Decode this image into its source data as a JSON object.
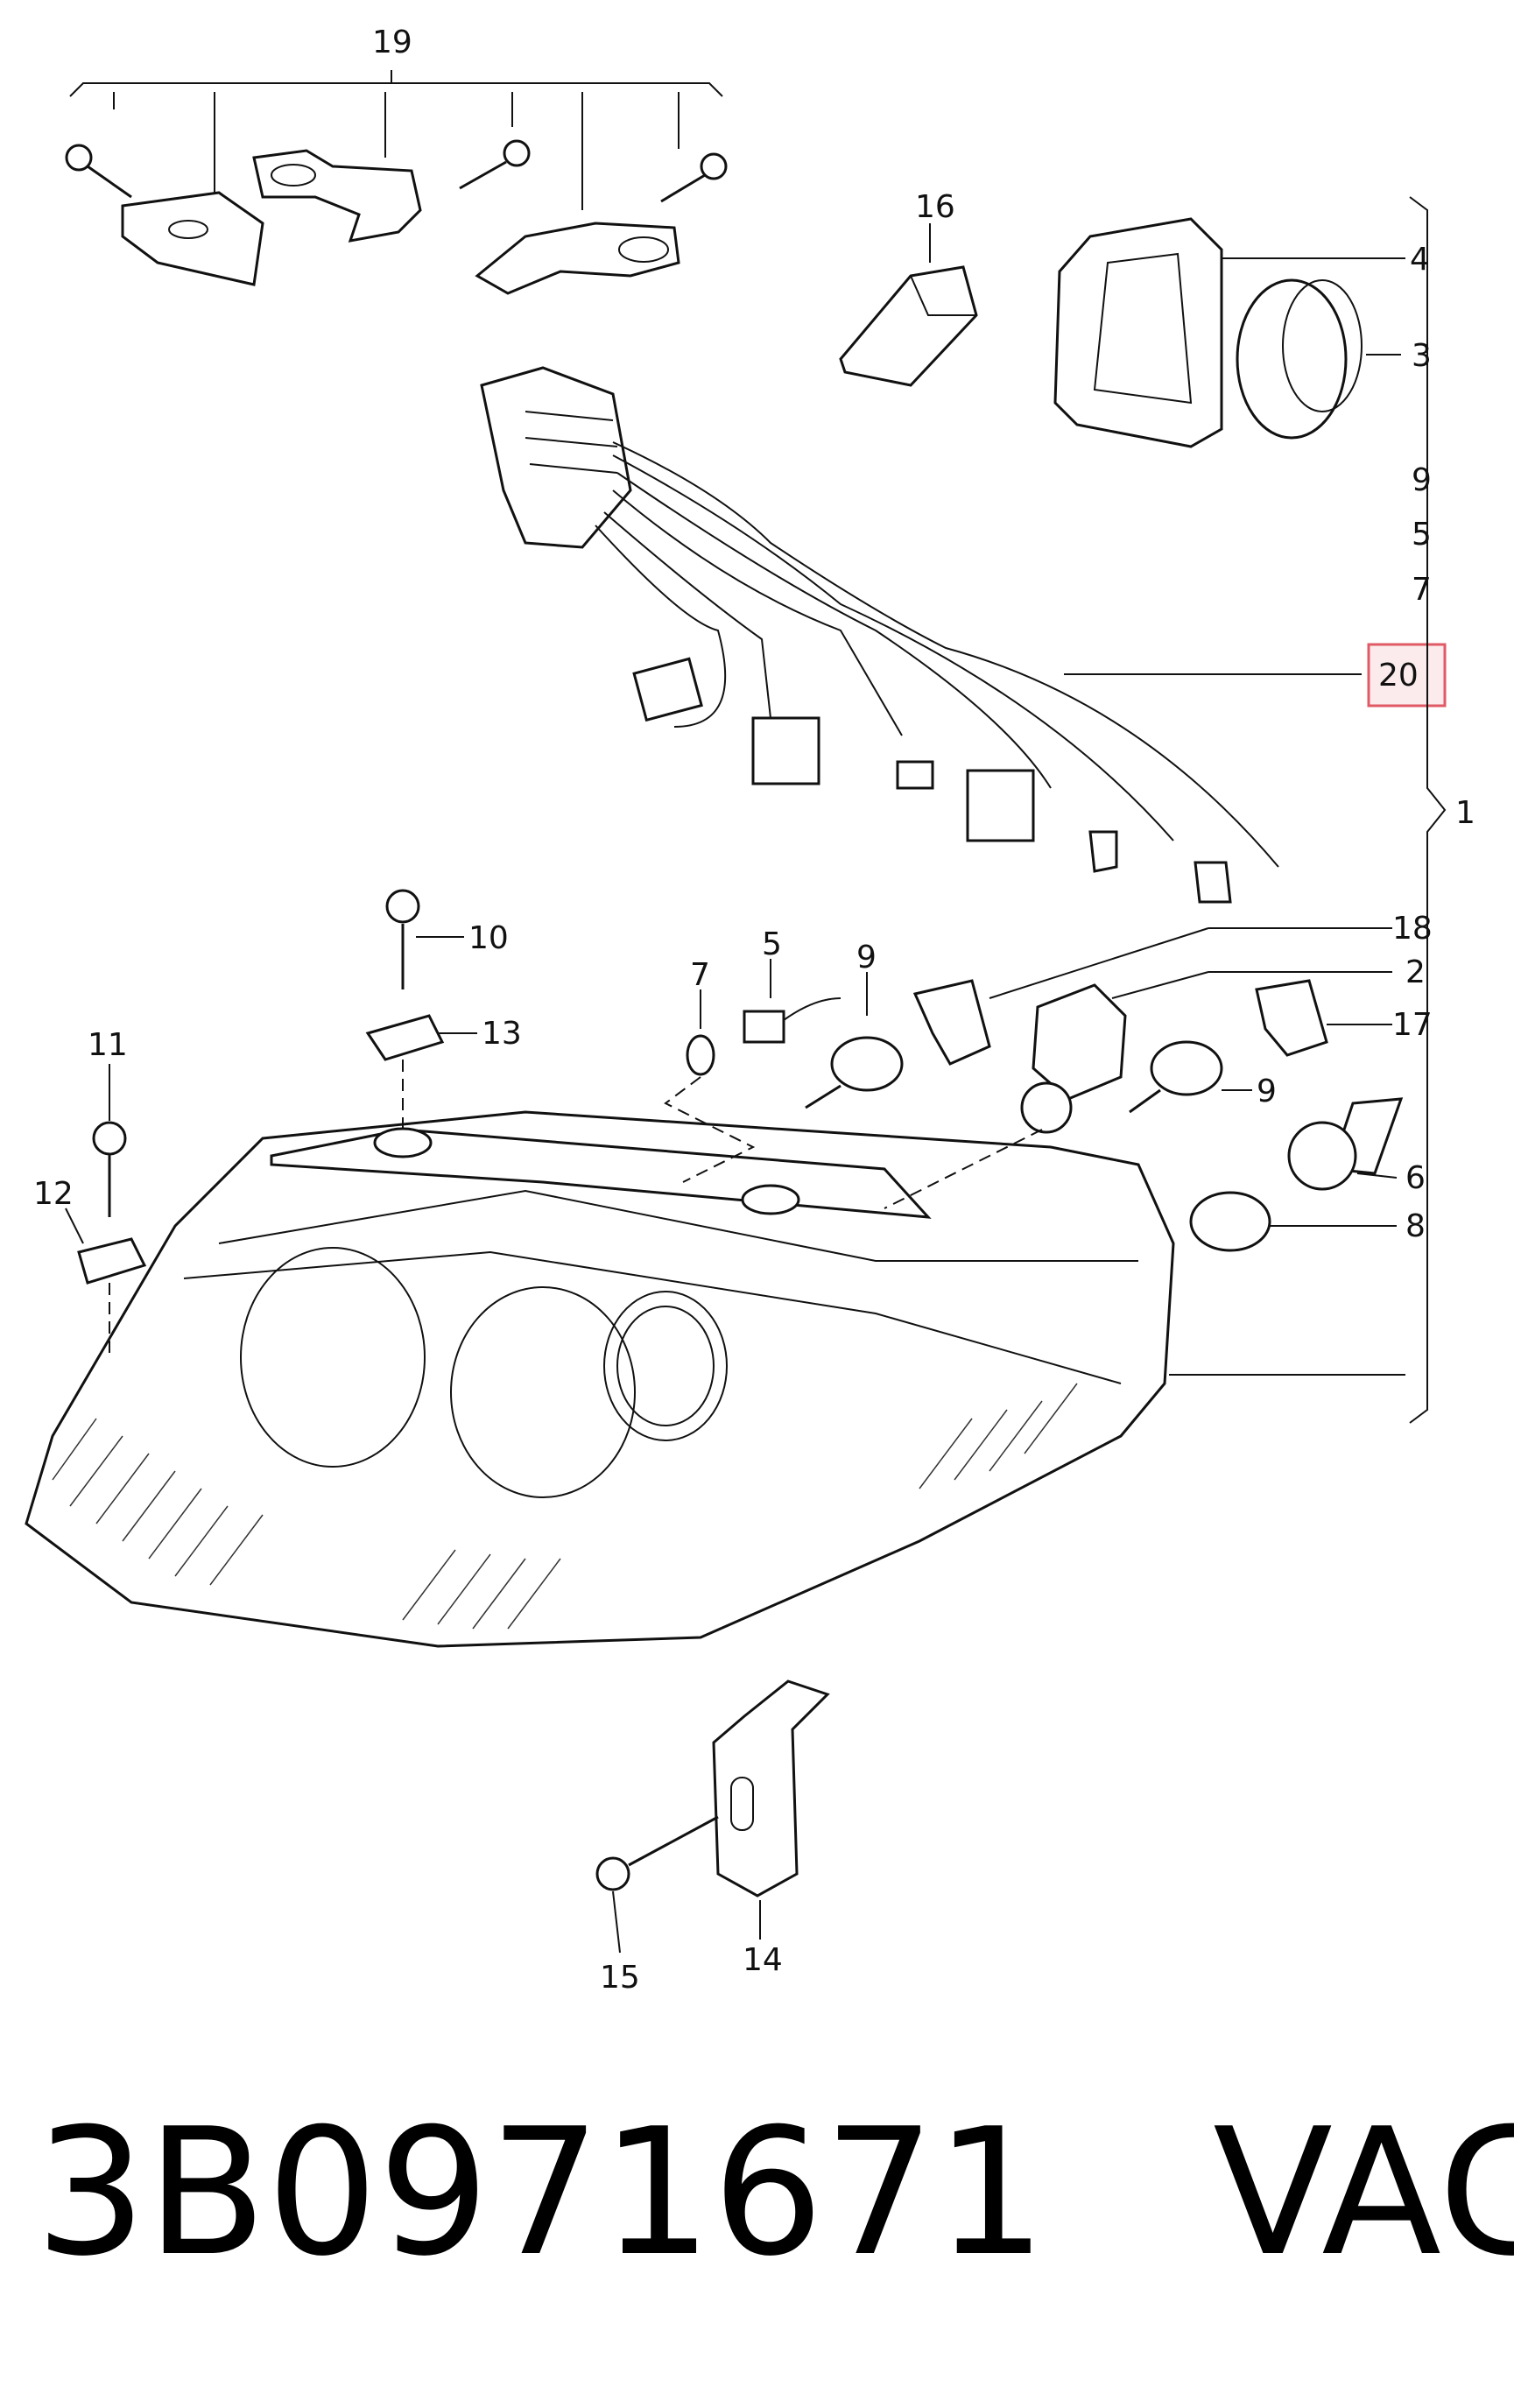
{
  "callouts": {
    "c1": "1",
    "c2": "2",
    "c3": "3",
    "c4": "4",
    "c5a": "5",
    "c5b": "5",
    "c6": "6",
    "c7a": "7",
    "c7b": "7",
    "c8": "8",
    "c9a": "9",
    "c9b": "9",
    "c9c": "9",
    "c10": "10",
    "c11": "11",
    "c12": "12",
    "c13": "13",
    "c14": "14",
    "c15": "15",
    "c16": "16",
    "c17": "17",
    "c18": "18",
    "c19": "19",
    "c20": "20"
  },
  "highlight": {
    "label": "20",
    "color": "#e05a66"
  },
  "caption": {
    "part_number": "3B0971671",
    "brand": "VAG"
  }
}
